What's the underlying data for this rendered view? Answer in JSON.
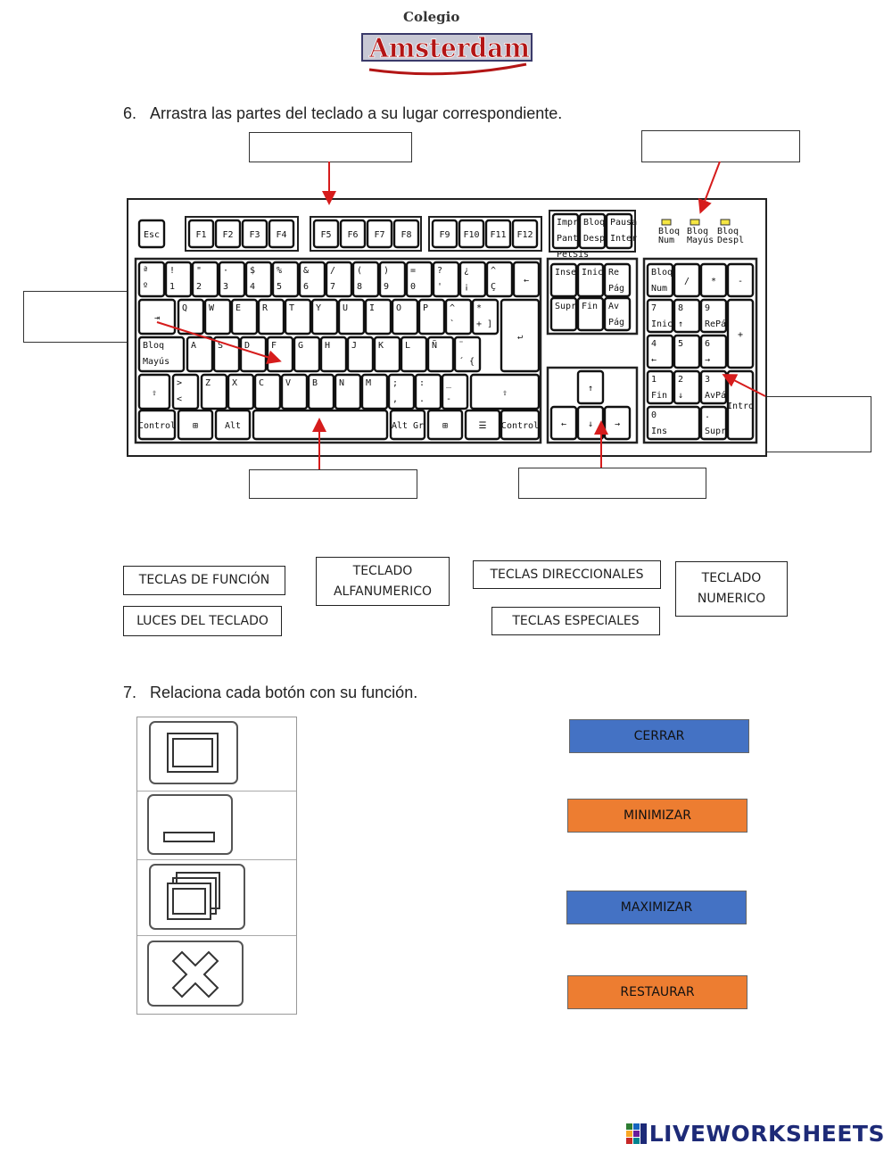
{
  "logo": {
    "line1": "Colegio",
    "line2": "Amsterdam"
  },
  "q6": {
    "number": "6.",
    "text": "Arrastra las partes del teclado a su lugar correspondiente."
  },
  "q7": {
    "number": "7.",
    "text": "Relaciona cada botón con su función."
  },
  "drag_labels": {
    "funcion": "TECLAS DE FUNCIÓN",
    "alfa": "TECLADO ALFANUMERICO",
    "direccionales": "TECLAS DIRECCIONALES",
    "numerico": "TECLADO NUMERICO",
    "luces": "LUCES DEL TECLADO",
    "especiales": "TECLAS ESPECIALES"
  },
  "keyboard": {
    "esc": "Esc",
    "fkeys": [
      "F1",
      "F2",
      "F3",
      "F4",
      "F5",
      "F6",
      "F7",
      "F8",
      "F9",
      "F10",
      "F11",
      "F12"
    ],
    "special_top": [
      [
        "Impr",
        "Pant",
        "PetSis"
      ],
      [
        "Bloq",
        "Despl"
      ],
      [
        "Pausa",
        "Inter"
      ]
    ],
    "leds": [
      [
        "Bloq",
        "Num"
      ],
      [
        "Bloq",
        "Mayús"
      ],
      [
        "Bloq",
        "Despl"
      ]
    ],
    "row1": [
      [
        "ª",
        "º"
      ],
      [
        "!",
        "|"
      ],
      [
        "\"",
        "@"
      ],
      [
        "·",
        "#"
      ],
      [
        "$",
        ""
      ],
      [
        "%",
        ""
      ],
      [
        "&",
        "¬"
      ],
      [
        "/",
        ""
      ],
      [
        "(",
        ""
      ],
      [
        ")",
        ""
      ],
      [
        "=",
        ""
      ],
      [
        "?",
        "'"
      ],
      [
        "¿",
        "¡"
      ],
      [
        "^",
        "Ç"
      ]
    ],
    "row1_digits": [
      "1",
      "2",
      "3",
      "4",
      "5",
      "6",
      "7",
      "8",
      "9",
      "0"
    ],
    "row2": [
      "Q",
      "W",
      "E",
      "R",
      "T",
      "Y",
      "U",
      "I",
      "O",
      "P"
    ],
    "row3": [
      "A",
      "S",
      "D",
      "F",
      "G",
      "H",
      "J",
      "K",
      "L",
      "Ñ"
    ],
    "row4": [
      "Z",
      "X",
      "C",
      "V",
      "B",
      "N",
      "M"
    ],
    "caps": [
      "Bloq",
      "Mayús"
    ],
    "control": "Control",
    "alt": "Alt",
    "altgr": "Alt Gr",
    "nav": [
      [
        "Insert"
      ],
      [
        "Inicio"
      ],
      [
        "Re",
        "Pág"
      ],
      [
        "Supr"
      ],
      [
        "Fin"
      ],
      [
        "Av",
        "Pág"
      ]
    ],
    "numpad": {
      "top": [
        [
          "Bloq",
          "Num"
        ],
        [
          "/"
        ],
        [
          "*"
        ],
        [
          "-"
        ]
      ],
      "r2": [
        [
          "7",
          "Inicio"
        ],
        [
          "8",
          "↑"
        ],
        [
          "9",
          "RePág"
        ]
      ],
      "plus": "+",
      "r3": [
        [
          "4",
          "←"
        ],
        [
          "5",
          ""
        ],
        [
          "6",
          "→"
        ]
      ],
      "r4": [
        [
          "1",
          "Fin"
        ],
        [
          "2",
          "↓"
        ],
        [
          "3",
          "AvPág"
        ]
      ],
      "intro": "Intro",
      "zero": [
        "0",
        "Ins"
      ],
      "dot": [
        ".",
        "Supr"
      ]
    },
    "arrows": {
      "up": "↑",
      "left": "←",
      "down": "↓",
      "right": "→"
    }
  },
  "buttons": [
    {
      "label": "CERRAR",
      "color": "#4472c4"
    },
    {
      "label": "MINIMIZAR",
      "color": "#ed7d31"
    },
    {
      "label": "MAXIMIZAR",
      "color": "#4472c4"
    },
    {
      "label": "RESTAURAR",
      "color": "#ed7d31"
    }
  ],
  "icons": [
    "maximize-icon",
    "minimize-icon",
    "restore-icon",
    "close-icon"
  ],
  "brand": {
    "name": "LIVEWORKSHEETS",
    "color": "#1d2a77"
  }
}
